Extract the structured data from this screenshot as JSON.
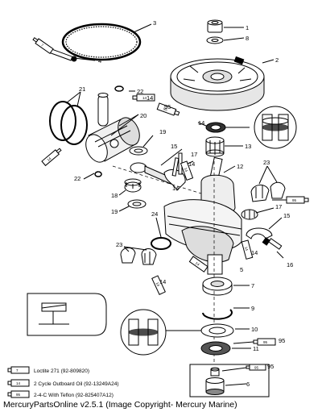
{
  "callouts": [
    "1",
    "8",
    "3",
    "2",
    "4",
    "22",
    "21",
    "14",
    "95",
    "20",
    "19",
    "15",
    "14",
    "13",
    "17",
    "14",
    "12",
    "23",
    "22",
    "18",
    "19",
    "24",
    "14",
    "17",
    "15",
    "23",
    "5",
    "14",
    "16",
    "14",
    "7",
    "9",
    "10",
    "95",
    "11",
    "95",
    "6"
  ],
  "tube_codes": [
    "7",
    "14",
    "95"
  ],
  "legend": {
    "items": [
      {
        "code": "7",
        "label": "Loctite 271 (92-809820)"
      },
      {
        "code": "14",
        "label": "2 Cycle Outboard Oil (92-13249A24)"
      },
      {
        "code": "95",
        "label": "2-4-C  With Teflon (92-825407A12)"
      }
    ]
  },
  "footer": {
    "text": "MercuryPartsOnline v2.5.1 (Image Copyright- Mercury Marine)"
  }
}
